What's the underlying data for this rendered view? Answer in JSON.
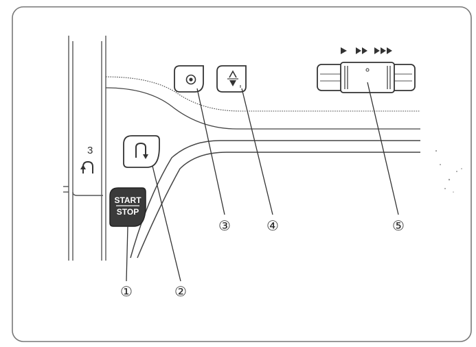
{
  "buttons": {
    "start_stop": {
      "line1": "START",
      "line2": "STOP"
    }
  },
  "side_panel": {
    "reverse_number": "3"
  },
  "callouts": [
    "①",
    "②",
    "③",
    "④",
    "⑤"
  ],
  "colors": {
    "line": "#555555",
    "button_fill": "#3a3a3a",
    "panel_bg": "#ffffff"
  }
}
